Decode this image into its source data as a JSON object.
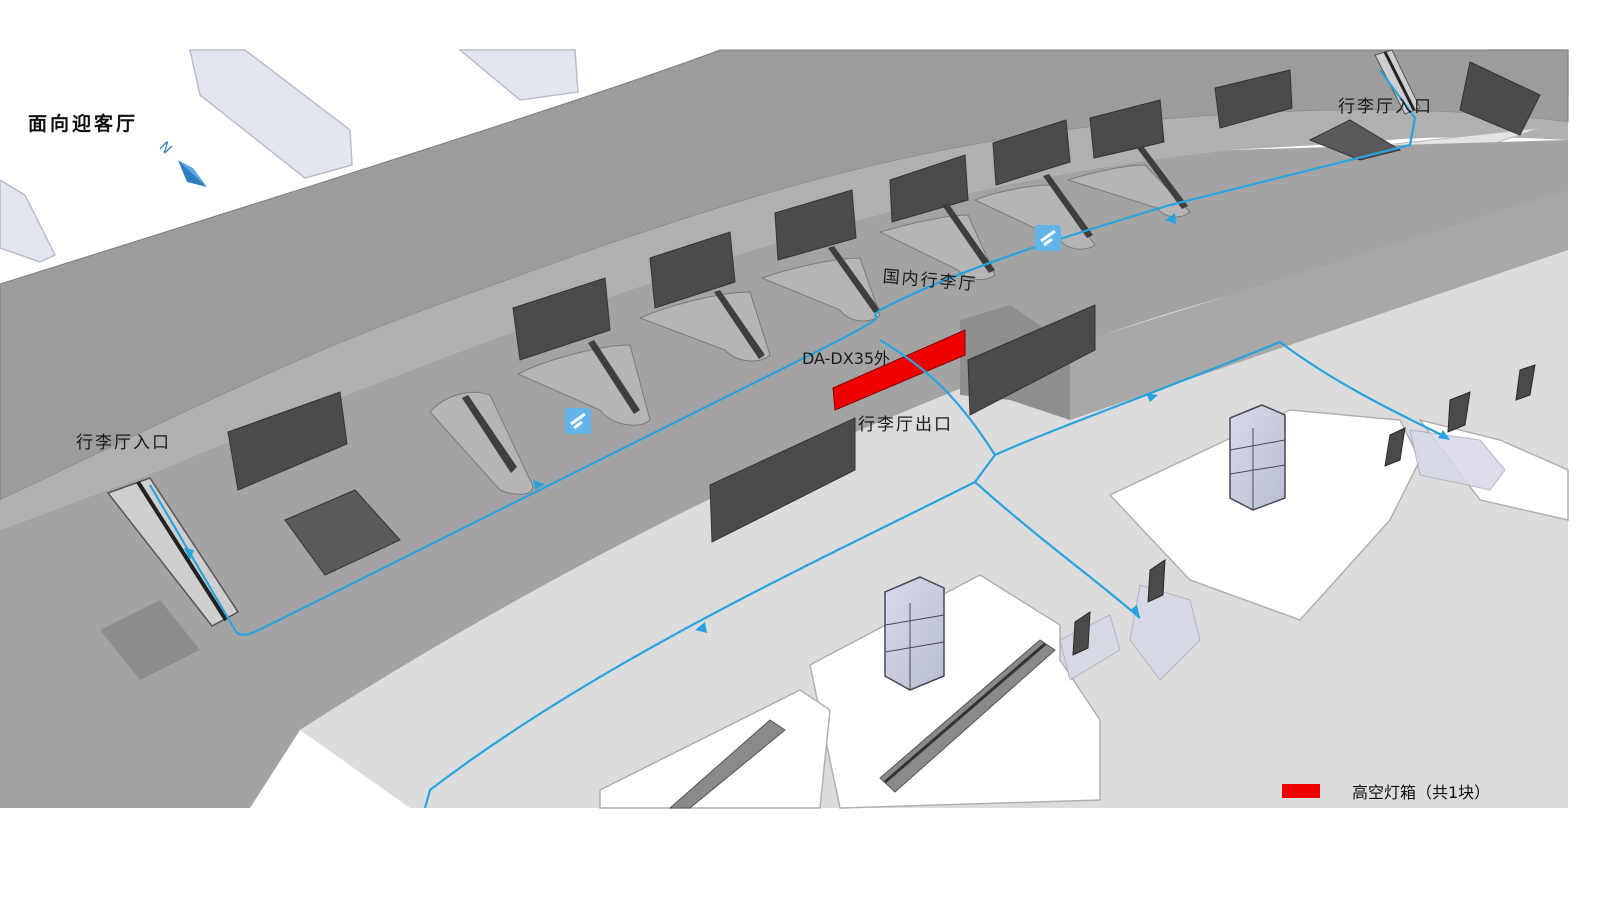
{
  "map": {
    "title": "面向迎客厅",
    "compass_label": "N",
    "labels": {
      "entrance_left": "行李厅入口",
      "entrance_right": "行李厅入口",
      "domestic_hall": "国内行李厅",
      "exit": "行李厅出口",
      "ad_code": "DA-DX35外"
    },
    "legend": {
      "text": "高空灯箱（共1块）",
      "color": "#ee0000"
    },
    "colors": {
      "route": "#29a3e0",
      "wall": "#9a9a9a",
      "floor": "#e0e0e0",
      "screen": "#4a4a4a",
      "ad_box": "#ee0000"
    }
  }
}
